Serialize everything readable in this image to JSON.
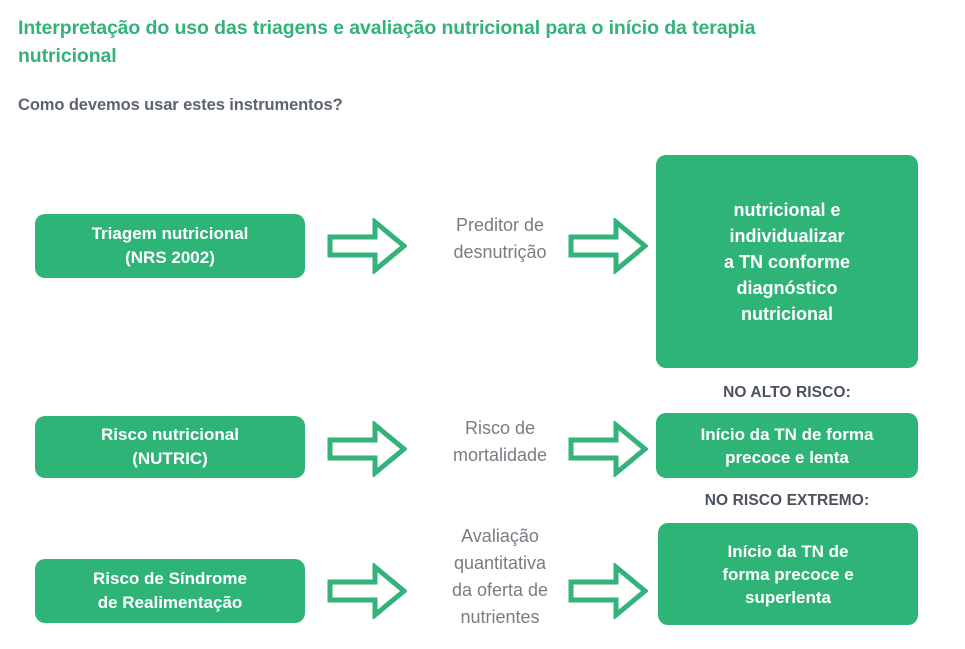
{
  "page": {
    "title": "Interpretação do uso das triagens e avaliação nutricional para o início da terapia nutricional",
    "subtitle": "Como devemos usar estes instrumentos?",
    "title_color": "#33b27a",
    "subtitle_color": "#5b6470",
    "box_color": "#2fb478",
    "caption_color": "#787d84",
    "label_color": "#4b525c",
    "background": "#ffffff"
  },
  "flow": {
    "rows": [
      {
        "instrument": "Triagem nutricional\n(NRS 2002)",
        "caption": "Preditor de\ndesnutrição",
        "risk_label": "",
        "outcome": "nutricional e\nindividualizar\na TN conforme\ndiagnóstico\nnutricional"
      },
      {
        "instrument": "Risco nutricional\n(NUTRIC)",
        "caption": "Risco de\nmortalidade",
        "risk_label": "NO ALTO RISCO:",
        "outcome": "Início da TN de forma\nprecoce e lenta"
      },
      {
        "instrument": "Risco de Síndrome\nde Realimentação",
        "caption": "Avaliação\nquantitativa\nda oferta de\nnutrientes",
        "risk_label": "NO RISCO EXTREMO:",
        "outcome": "Início da TN de\nforma precoce e\nsuperlenta"
      }
    ]
  }
}
